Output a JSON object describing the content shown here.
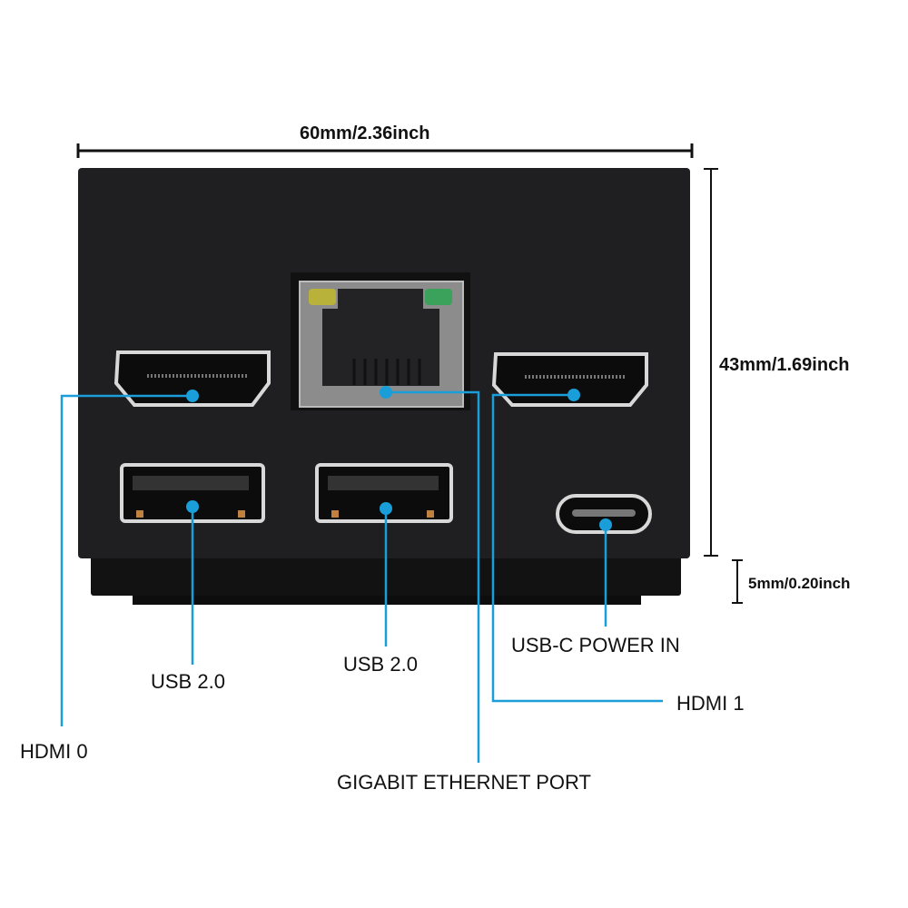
{
  "dimensions": {
    "width": "60mm/2.36inch",
    "height": "43mm/1.69inch",
    "base_height": "5mm/0.20inch"
  },
  "ports": {
    "hdmi0": "HDMI 0",
    "hdmi1": "HDMI 1",
    "usb_a": "USB 2.0",
    "usb_b": "USB 2.0",
    "ethernet": "GIGABIT ETHERNET PORT",
    "usbc": "USB-C POWER IN"
  },
  "colors": {
    "callout": "#1a9ed9",
    "body": "#1f1f21"
  }
}
